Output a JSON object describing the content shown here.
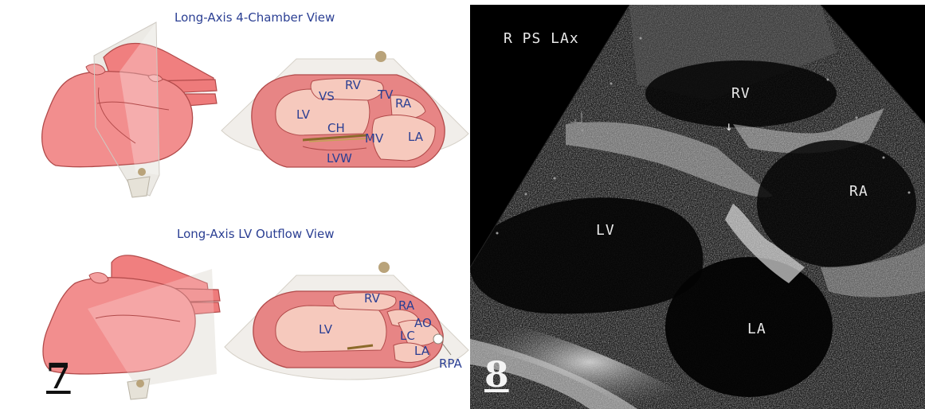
{
  "panel_left": {
    "view1": {
      "caption": "Long-Axis 4-Chamber View",
      "labels": {
        "rv": "RV",
        "vs": "VS",
        "tv": "TV",
        "ra": "RA",
        "lv": "LV",
        "ch": "CH",
        "mv": "MV",
        "la": "LA",
        "lvw": "LVW"
      }
    },
    "view2": {
      "caption": "Long-Axis LV Outflow View",
      "labels": {
        "rv": "RV",
        "ra": "RA",
        "lv": "LV",
        "ao": "AO",
        "lc": "LC",
        "la": "LA",
        "rpa": "RPA"
      }
    },
    "figure_number": "7"
  },
  "panel_right": {
    "mode_label": "R PS LAx",
    "labels": {
      "rv": "RV",
      "ra": "RA",
      "lv": "LV",
      "la": "LA"
    },
    "arrow_glyph": "↓",
    "figure_number": "8"
  },
  "colors": {
    "caption_blue": "#2b3f93",
    "heart_pink": "#f08d8d",
    "heart_outline": "#b14a4a",
    "sector_bg": "#f1eeea",
    "echo_bg": "#000000"
  }
}
